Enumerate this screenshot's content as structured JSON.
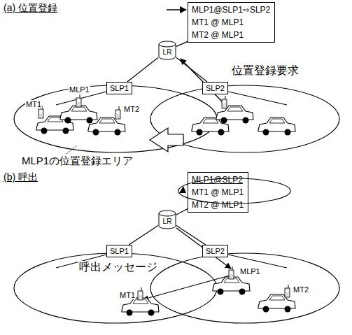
{
  "diagram": {
    "nodes": [
      {
        "text": [
          "MLP1@SLP1⇨SLP2",
          "MT1 @ MLP1",
          "MT2 @ MLP1"
        ]
      },
      {
        "text": [
          "LR"
        ]
      },
      {
        "text": [
          "SLP1"
        ]
      },
      {
        "text": [
          "SLP2"
        ]
      },
      {
        "text": [
          "MLP1@SLP2",
          "MT1 @ MLP1",
          "MT2 @ MLP1"
        ]
      },
      {
        "text": [
          "LR"
        ]
      },
      {
        "text": [
          "SLP1"
        ]
      },
      {
        "text": [
          "SLP2"
        ]
      }
    ],
    "edges": [
      {
        "from": 1,
        "to": 0,
        "arrow": "none"
      },
      {
        "from": 1,
        "to": 2,
        "arrow": "none"
      },
      {
        "from": 1,
        "to": 3,
        "arrow": "none"
      },
      {
        "from": 5,
        "to": 4,
        "arrow": "none"
      },
      {
        "from": 5,
        "to": 6,
        "arrow": "none"
      },
      {
        "from": 5,
        "to": 7,
        "arrow": "none"
      }
    ],
    "labels": [
      "(a) 位置登録",
      "位置登録要求",
      "MLP1",
      "MT1",
      "MT2",
      "MLP1の位置登録エリア",
      "(b) 呼出",
      "呼出メッセージ",
      "MLP1",
      "MT1",
      "MT2"
    ]
  }
}
